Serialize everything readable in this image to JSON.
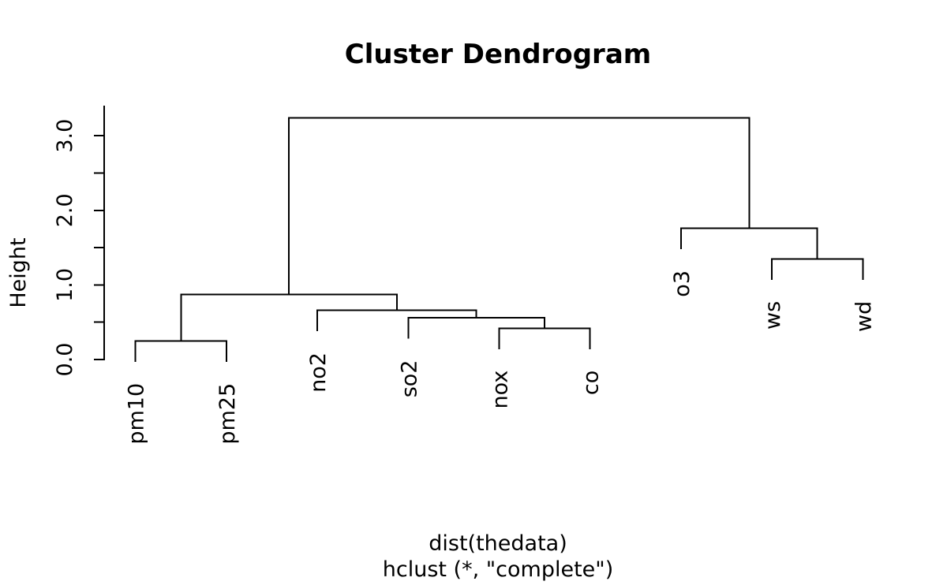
{
  "figure": {
    "title": "Cluster Dendrogram",
    "ylabel": "Height",
    "xlabel_line1": "dist(thedata)",
    "xlabel_line2": "hclust (*, \"complete\")"
  },
  "axis": {
    "labeled_ticks": [
      {
        "value": 0,
        "label": "0.0"
      },
      {
        "value": 1,
        "label": "1.0"
      },
      {
        "value": 2,
        "label": "2.0"
      },
      {
        "value": 3,
        "label": "3.0"
      }
    ]
  },
  "colors": {
    "foreground": "#000000",
    "background": "#ffffff"
  },
  "chart_data": {
    "type": "dendrogram",
    "title": "Cluster Dendrogram",
    "ylabel": "Height",
    "xlabel_lines": [
      "dist(thedata)",
      "hclust (*, \"complete\")"
    ],
    "linkage": "complete",
    "distance_call": "dist(thedata)",
    "leaves": [
      "pm10",
      "pm25",
      "no2",
      "so2",
      "nox",
      "co",
      "o3",
      "ws",
      "wd"
    ],
    "hang": 0.28,
    "ylim": [
      0,
      3.4
    ],
    "yticks": [
      0,
      0.5,
      1,
      1.5,
      2,
      2.5,
      3
    ],
    "grid": false,
    "merges": [
      {
        "a": "pm10",
        "b": "pm25",
        "height": 0.25
      },
      {
        "a": "nox",
        "b": "co",
        "height": 0.42
      },
      {
        "a": "so2",
        "b": "#1",
        "height": 0.56
      },
      {
        "a": "no2",
        "b": "#2",
        "height": 0.66
      },
      {
        "a": "#0",
        "b": "#3",
        "height": 0.87
      },
      {
        "a": "ws",
        "b": "wd",
        "height": 1.35
      },
      {
        "a": "o3",
        "b": "#5",
        "height": 1.76
      },
      {
        "a": "#4",
        "b": "#6",
        "height": 3.24
      }
    ]
  }
}
